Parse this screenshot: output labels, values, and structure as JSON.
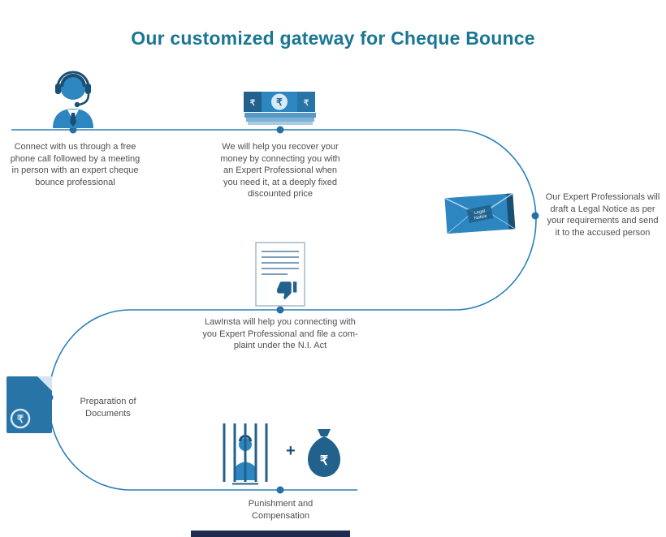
{
  "title": "Our customized gateway for Cheque Bounce",
  "colors": {
    "accent": "#2980b9",
    "accent_dark": "#1b4f72",
    "accent_mid": "#21618c",
    "title_color": "#1b7695",
    "body_text": "#4f4f4f",
    "bottom_bar": "#1e2b4f"
  },
  "currency_symbol": "₹",
  "plus_sign": "+",
  "envelope_label": {
    "line1": "Legal",
    "line2": "Notice"
  },
  "steps": {
    "connect": {
      "icon": "support-agent-icon",
      "lines": [
        "Connect with us through a free",
        "phone call followed by a meeting",
        "in person with an expert cheque",
        "bounce professional"
      ]
    },
    "recover": {
      "icon": "money-notes-icon",
      "lines": [
        "We will help you recover your",
        "money by connecting you with",
        "an Expert Professional when",
        "you need it, at a deeply fixed",
        "discounted price"
      ]
    },
    "legal_notice": {
      "icon": "legal-notice-envelope-icon",
      "lines": [
        "Our Expert Professionals will",
        "draft a Legal Notice as per",
        "your requirements and send",
        "it to the accused person"
      ]
    },
    "complaint": {
      "icon": "complaint-document-icon",
      "lines": [
        "LawInsta will help you connecting with",
        "you Expert Professional and file a com-",
        "plaint under the N.I. Act"
      ]
    },
    "preparation": {
      "icon": "documents-folder-icon",
      "lines": [
        "Preparation of",
        "Documents"
      ]
    },
    "punishment": {
      "icon": "jail-icon",
      "lines": [
        "Punishment and",
        "Compensation"
      ]
    }
  }
}
